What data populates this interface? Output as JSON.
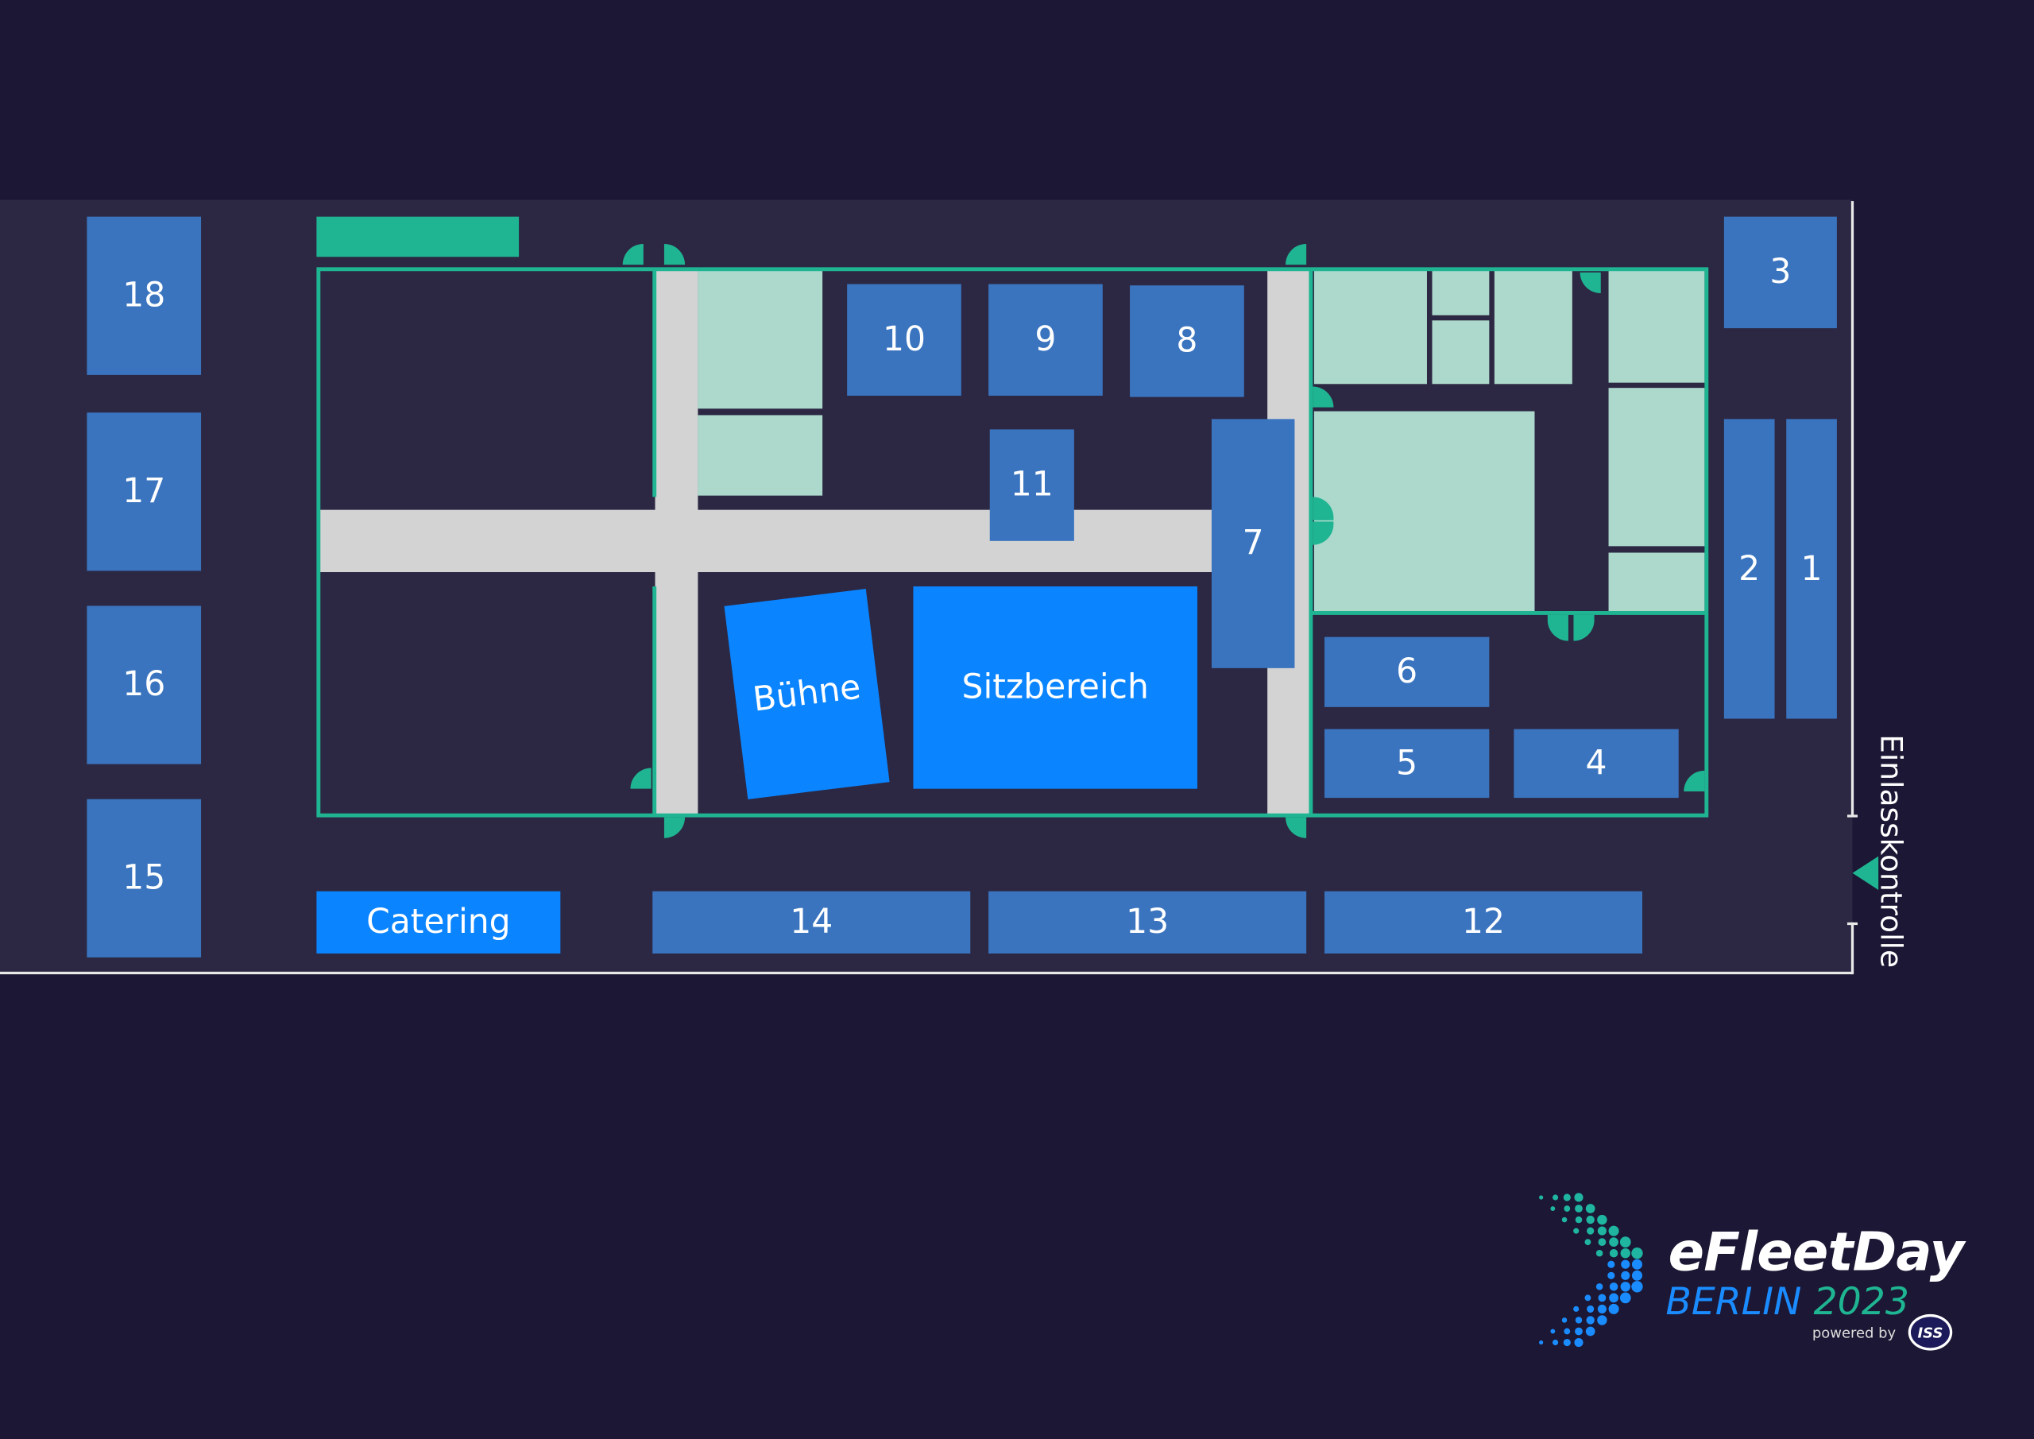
{
  "map": {
    "booths": {
      "b1": "1",
      "b2": "2",
      "b3": "3",
      "b4": "4",
      "b5": "5",
      "b6": "6",
      "b7": "7",
      "b8": "8",
      "b9": "9",
      "b10": "10",
      "b11": "11",
      "b12": "12",
      "b13": "13",
      "b14": "14",
      "b15": "15",
      "b16": "16",
      "b17": "17",
      "b18": "18"
    },
    "stage_label": "Bühne",
    "seating_label": "Sitzbereich",
    "catering_label": "Catering",
    "entrance_label": "Einlasskontrolle"
  },
  "logo": {
    "title": "eFleetDay",
    "city": "BERLIN",
    "year": "2023",
    "powered_by": "powered by",
    "sponsor": "ISS"
  },
  "colors": {
    "background": "#1b1734",
    "hall": "#2c2843",
    "booth": "#3a74bf",
    "highlight": "#0a84ff",
    "wall": "#1fb592",
    "room": "#acd9cc",
    "corridor": "#d3d3d3"
  }
}
